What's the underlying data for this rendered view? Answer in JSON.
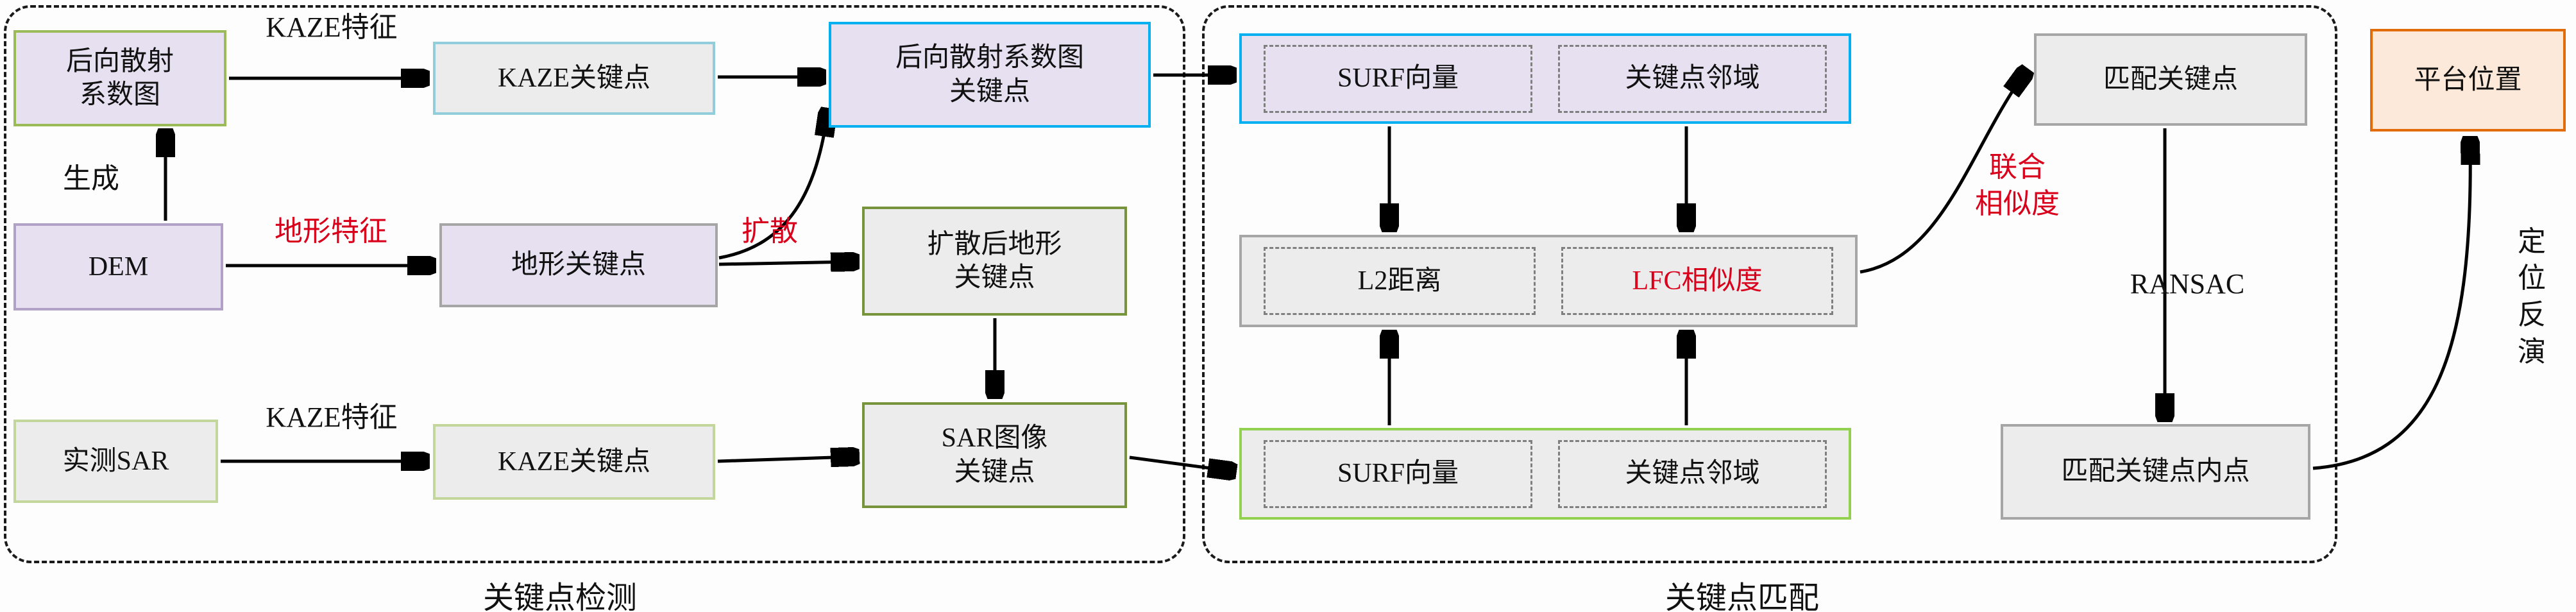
{
  "diagram": {
    "sections": {
      "detection": {
        "label": "关键点检测"
      },
      "matching": {
        "label": "关键点匹配"
      }
    },
    "nodes": {
      "backscatter_map": "后向散射\n系数图",
      "kaze_keypoints_top": "KAZE关键点",
      "backscatter_keypoints": "后向散射系数图\n关键点",
      "dem": "DEM",
      "terrain_keypoints": "地形关键点",
      "diffused_terrain_keypoints": "扩散后地形\n关键点",
      "sar_image_keypoints": "SAR图像\n关键点",
      "measured_sar": "实测SAR",
      "kaze_keypoints_bottom": "KAZE关键点",
      "surf_vector_top": "SURF向量",
      "keypoint_neighborhood_top": "关键点邻域",
      "l2_distance": "L2距离",
      "lfc_similarity": "LFC相似度",
      "surf_vector_bottom": "SURF向量",
      "keypoint_neighborhood_bottom": "关键点邻域",
      "matched_keypoints": "匹配关键点",
      "matched_inliers": "匹配关键点内点",
      "platform_position": "平台位置"
    },
    "edge_labels": {
      "kaze_feature_top": "KAZE特征",
      "generate": "生成",
      "terrain_feature": "地形特征",
      "diffuse": "扩散",
      "kaze_feature_bottom": "KAZE特征",
      "joint_similarity": "联合\n相似度",
      "ransac": "RANSAC",
      "localization_inversion": "定位\n反演"
    },
    "colors": {
      "red_label": "#d9001b",
      "lavender_fill": "#e6e0f0",
      "gray_fill": "#ececec",
      "peach_fill": "#fde9d9",
      "cyan_border": "#00b0f0",
      "green_border": "#77933c",
      "orange_border": "#e36c0a",
      "arrow": "#000000"
    }
  }
}
